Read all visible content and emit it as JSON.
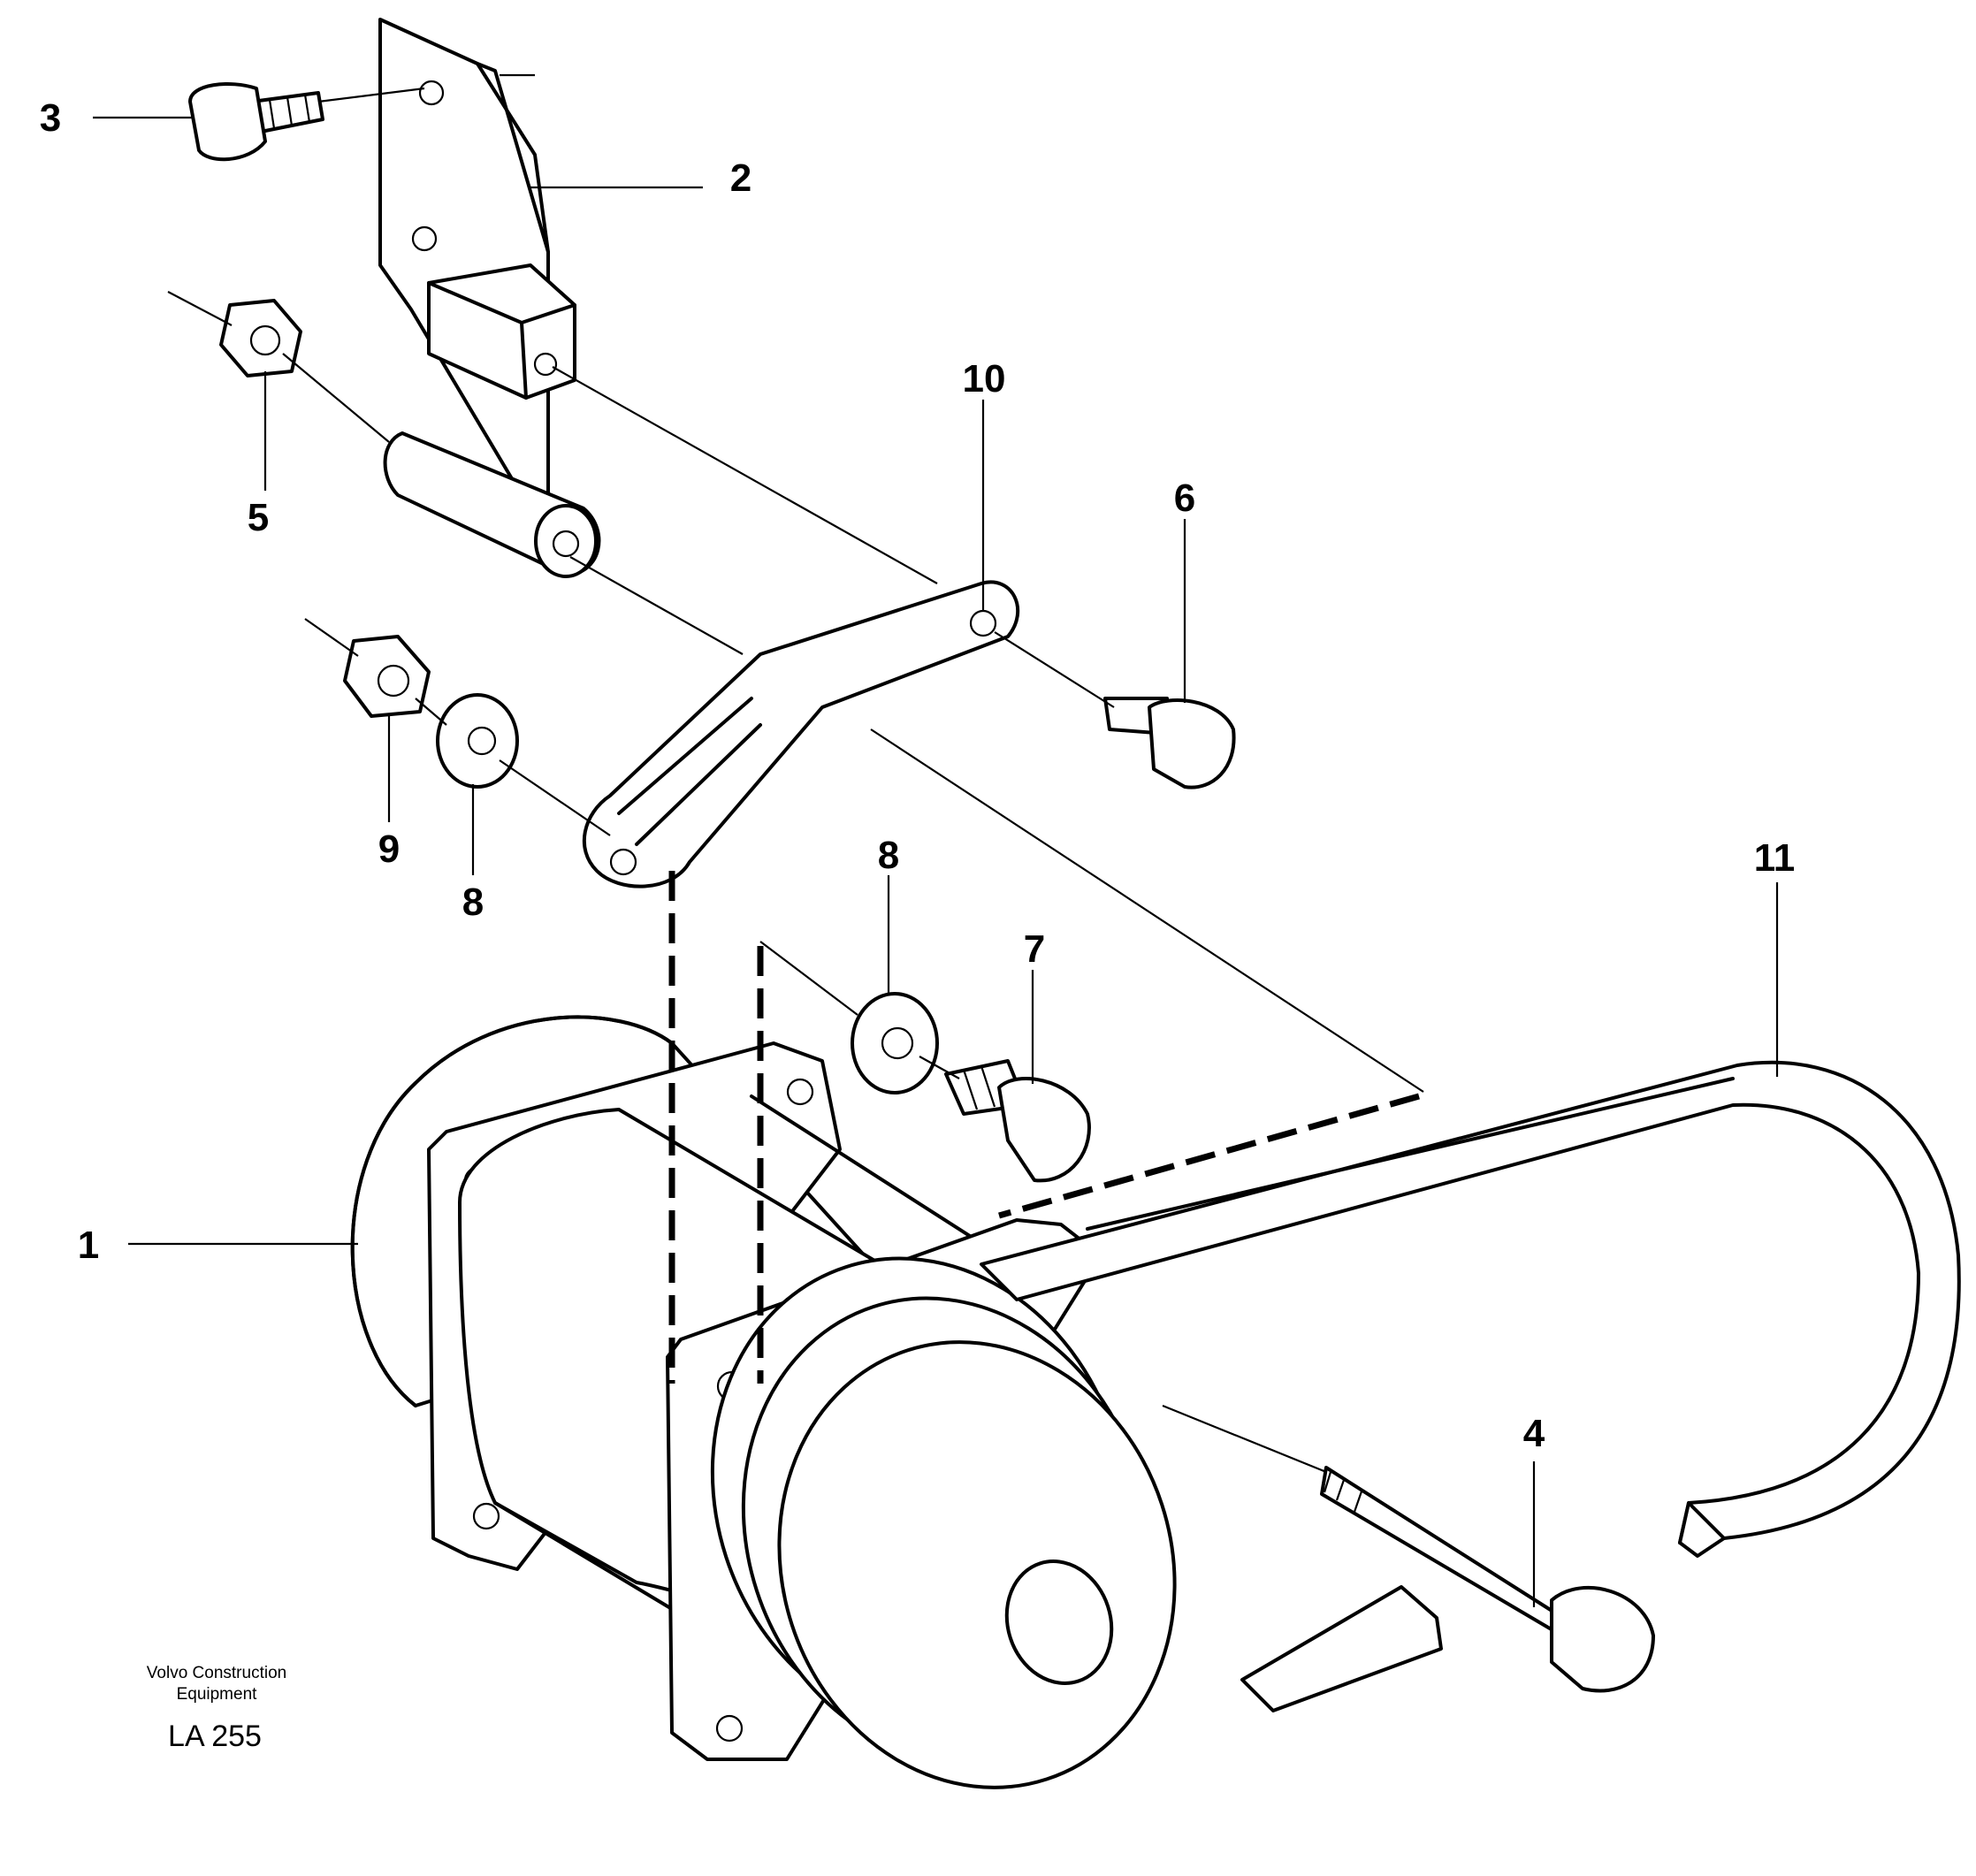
{
  "callouts": [
    {
      "id": "c1",
      "label": "1"
    },
    {
      "id": "c2",
      "label": "2"
    },
    {
      "id": "c3",
      "label": "3"
    },
    {
      "id": "c4",
      "label": "4"
    },
    {
      "id": "c5",
      "label": "5"
    },
    {
      "id": "c6",
      "label": "6"
    },
    {
      "id": "c7",
      "label": "7"
    },
    {
      "id": "c8a",
      "label": "8"
    },
    {
      "id": "c8b",
      "label": "8"
    },
    {
      "id": "c9",
      "label": "9"
    },
    {
      "id": "c10",
      "label": "10"
    },
    {
      "id": "c11",
      "label": "11"
    }
  ],
  "footer": {
    "company_line1": "Volvo Construction",
    "company_line2": "Equipment",
    "code": "LA 255"
  }
}
